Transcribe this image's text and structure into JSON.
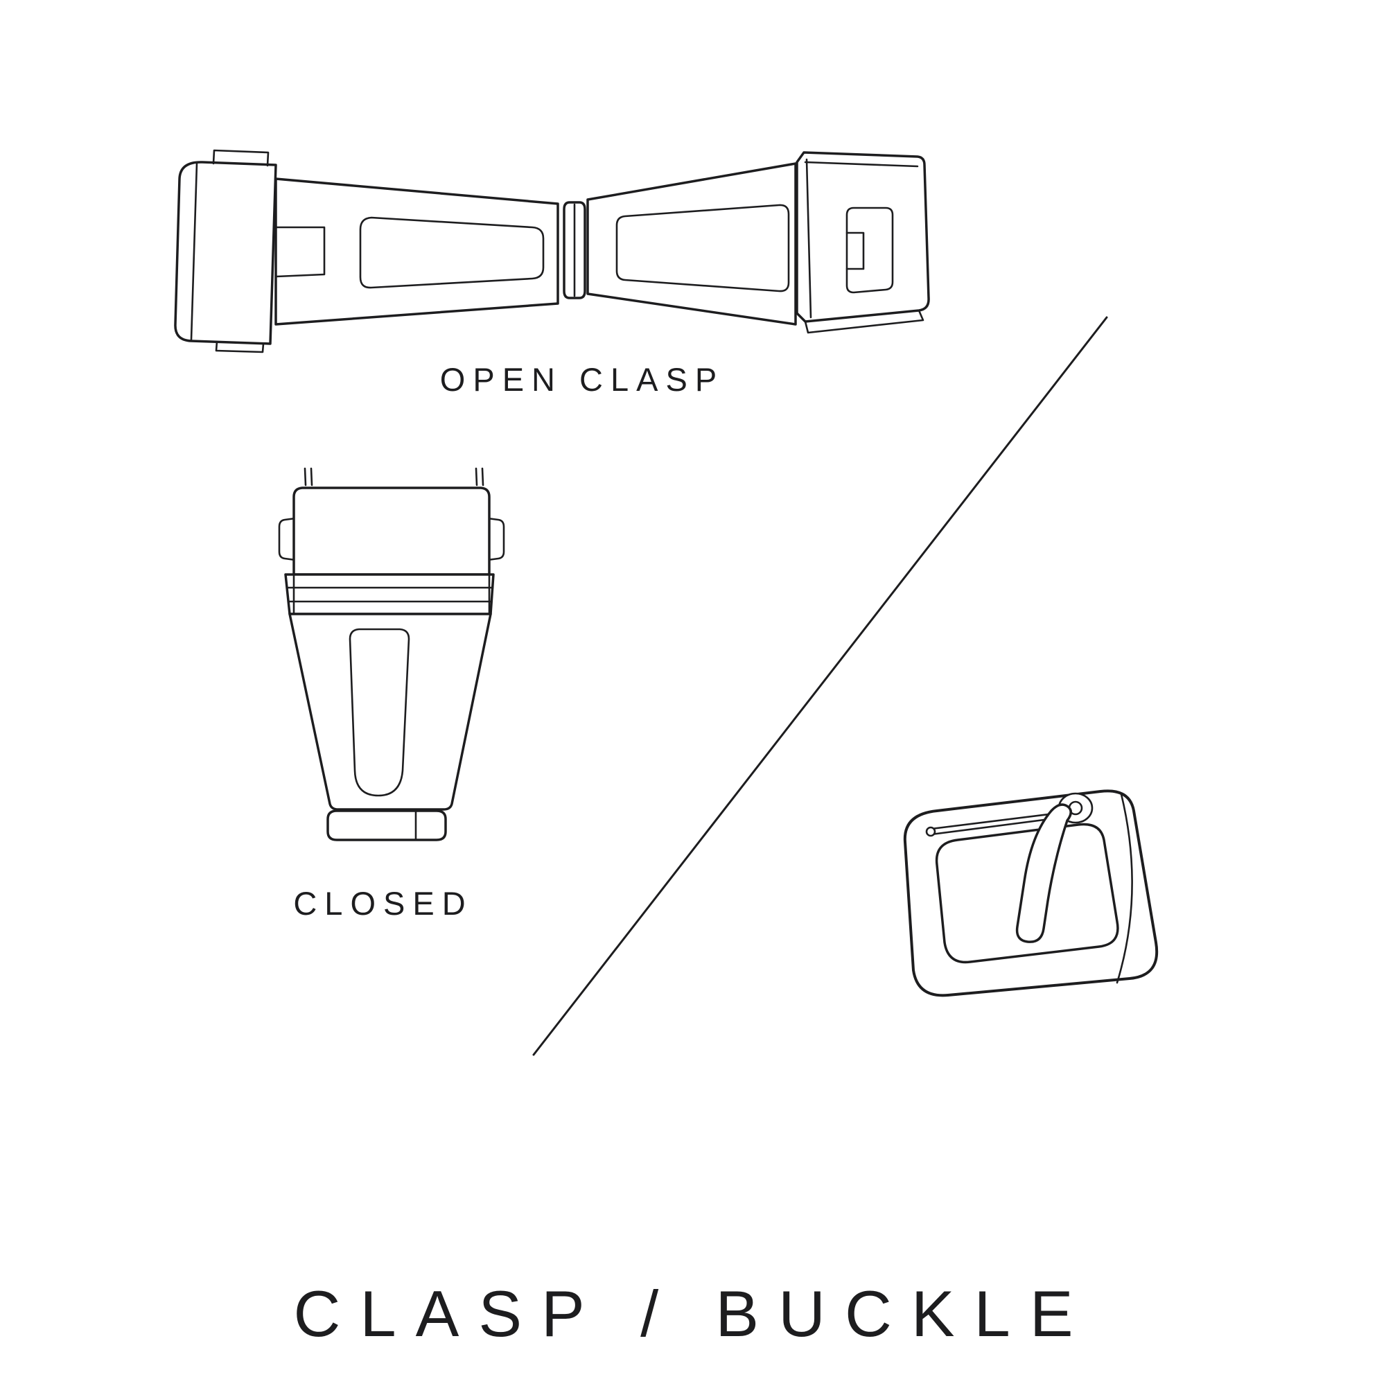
{
  "page": {
    "background": "#ffffff",
    "line_color": "#1d1d1f"
  },
  "labels": {
    "open_clasp": "OPEN CLASP",
    "closed": "CLOSED",
    "title": "CLASP / BUCKLE"
  },
  "illustrations": [
    {
      "name": "open-clasp-illustration",
      "caption": "OPEN CLASP"
    },
    {
      "name": "closed-clasp-illustration",
      "caption": "CLOSED"
    },
    {
      "name": "tang-buckle-illustration",
      "caption": ""
    }
  ]
}
